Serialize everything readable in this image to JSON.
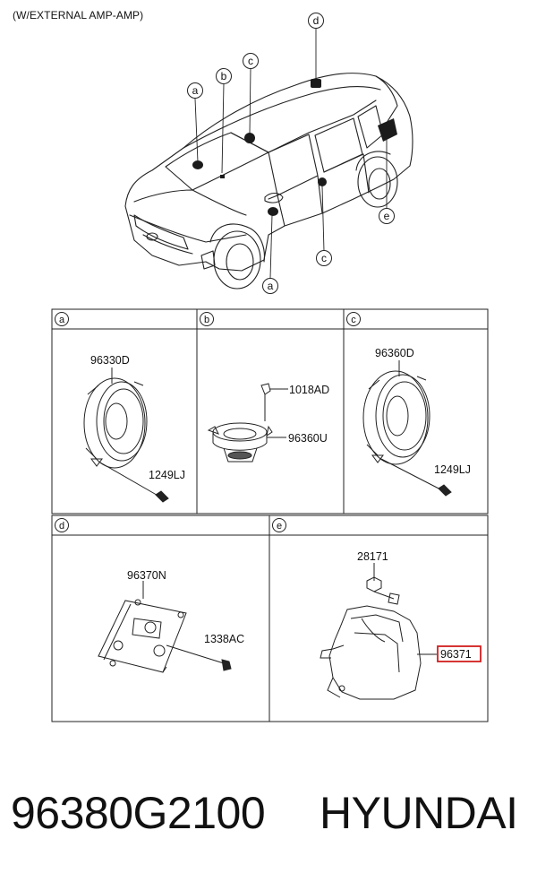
{
  "header": {
    "variant": "(W/EXTERNAL AMP-AMP)"
  },
  "callouts": {
    "a": "a",
    "b": "b",
    "c": "c",
    "d": "d",
    "e": "e"
  },
  "panels": {
    "a": {
      "tag": "a",
      "part_main": "96330D",
      "part_screw": "1249LJ"
    },
    "b": {
      "tag": "b",
      "part_clip": "1018AD",
      "part_tweeter": "96360U"
    },
    "c": {
      "tag": "c",
      "part_main": "96360D",
      "part_screw": "1249LJ"
    },
    "d": {
      "tag": "d",
      "part_amp": "96370N",
      "part_nut": "1338AC"
    },
    "e": {
      "tag": "e",
      "part_bolt": "28171",
      "part_woofer": "96371"
    }
  },
  "highlight_color": "#d21f1f",
  "footer": {
    "part_number": "96380G2100",
    "brand": "HYUNDAI"
  }
}
